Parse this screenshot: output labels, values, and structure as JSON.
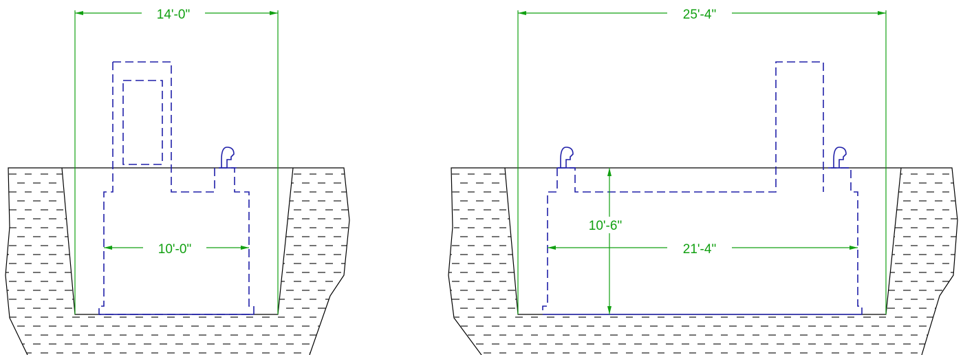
{
  "colors": {
    "outline": "#000000",
    "tank": "#1f1fa8",
    "dimension": "#11a011",
    "background": "#ffffff"
  },
  "left_section": {
    "overall_width_label": "14'-0\"",
    "tank_width_label": "10'-0\""
  },
  "right_section": {
    "overall_width_label": "25'-4\"",
    "tank_width_label": "21'-4\"",
    "depth_label": "10'-6\""
  }
}
